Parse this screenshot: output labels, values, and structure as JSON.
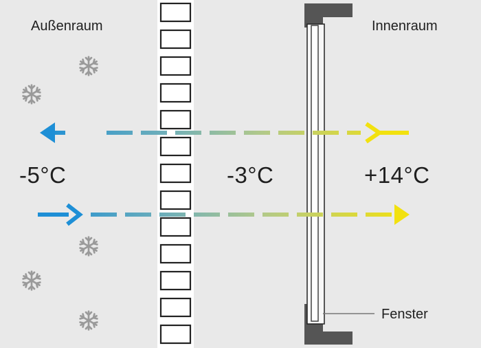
{
  "labels": {
    "outdoor": "Außenraum",
    "indoor": "Innenraum",
    "window": "Fenster"
  },
  "temperatures": {
    "outdoor": "-5°C",
    "middle": "-3°C",
    "indoor": "+14°C"
  },
  "colors": {
    "background": "#e9e9e9",
    "wall_stroke": "#222222",
    "frame": "#555555",
    "snowflake": "#9a9a9a",
    "cold": "#1e8fd6",
    "warm": "#f2e10f"
  },
  "icons": [
    "snowflake-icon",
    "arrow-left-icon",
    "arrow-right-icon"
  ]
}
